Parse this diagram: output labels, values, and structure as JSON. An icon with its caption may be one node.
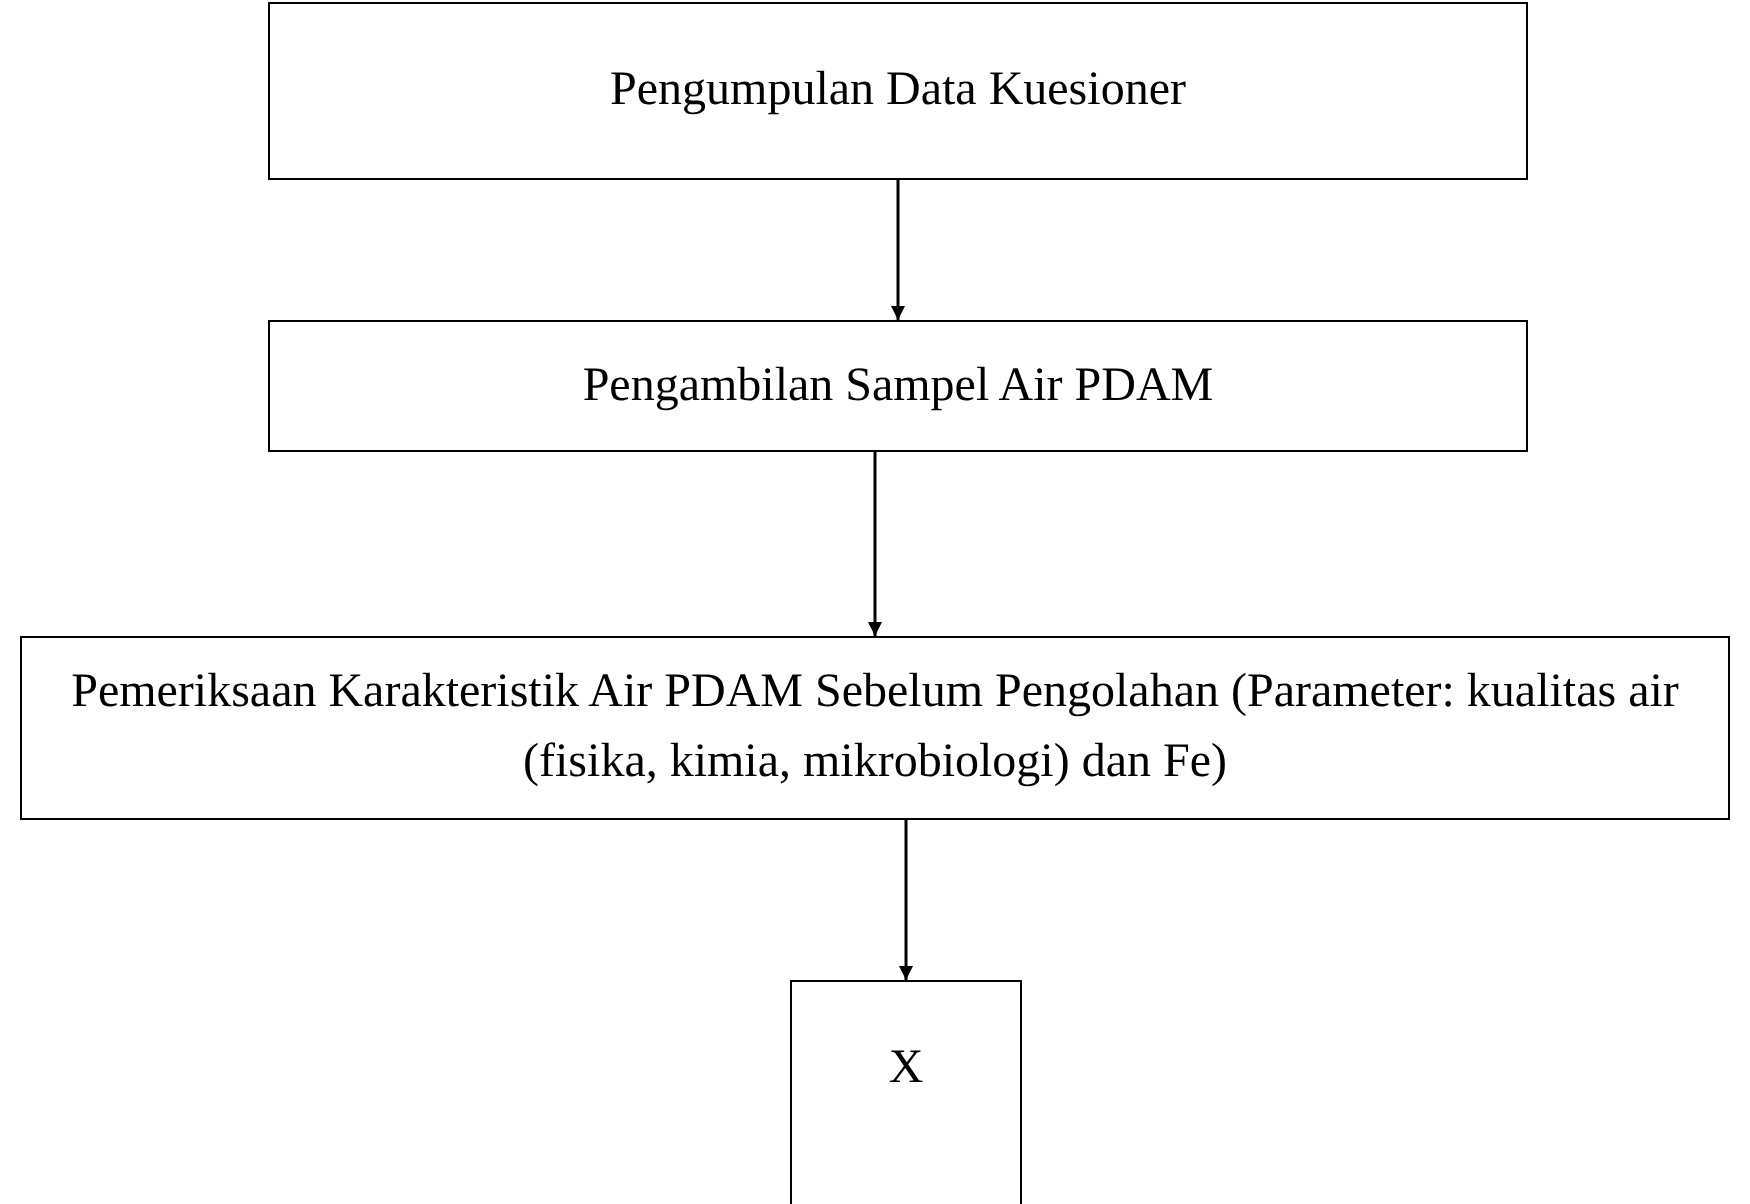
{
  "diagram": {
    "nodes": [
      {
        "text": [
          "Pengumpulan Data Kuesioner"
        ]
      },
      {
        "text": [
          "Pengambilan Sampel Air PDAM"
        ]
      },
      {
        "text": [
          "Pemeriksaan Karakteristik Air PDAM Sebelum Pengolahan (Parameter: kualitas air (fisika, kimia, mikrobiologi) dan Fe)"
        ]
      },
      {
        "text": [
          "X"
        ]
      }
    ],
    "edges": [
      {
        "from": 0,
        "to": 1,
        "arrow": "to"
      },
      {
        "from": 1,
        "to": 2,
        "arrow": "to"
      },
      {
        "from": 2,
        "to": 3,
        "arrow": "to"
      }
    ]
  }
}
